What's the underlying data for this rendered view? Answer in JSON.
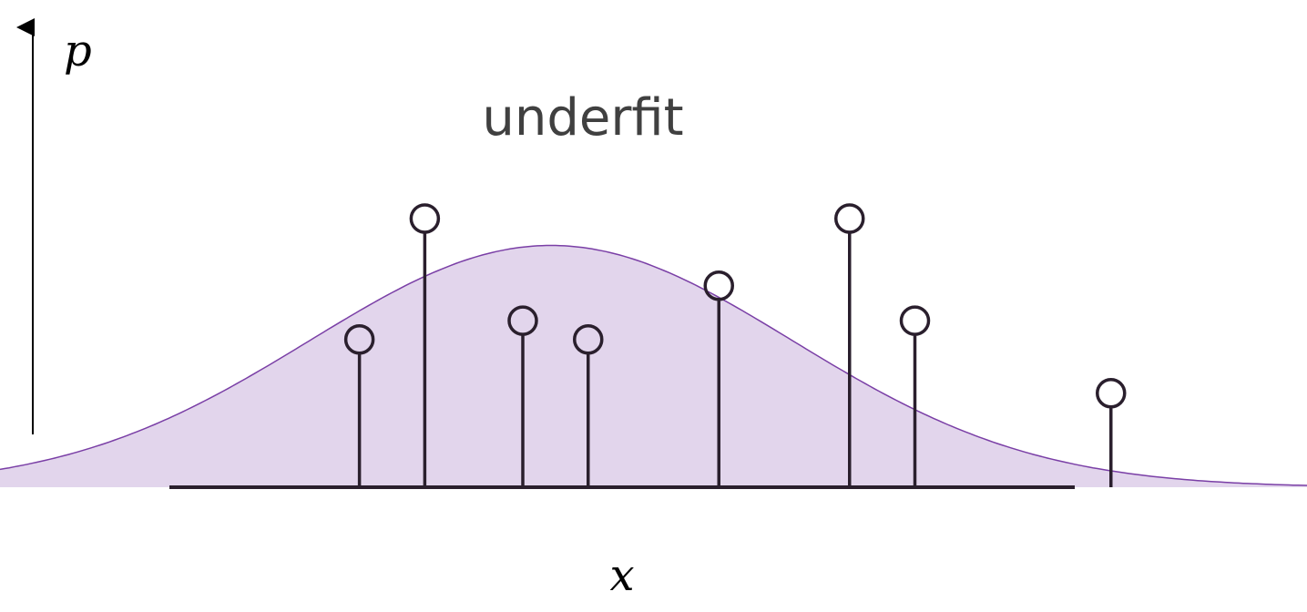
{
  "title": "underfit",
  "axes": {
    "y_label": "p",
    "x_label": "x"
  },
  "colors": {
    "density_fill": "#e2d5ec",
    "density_stroke": "#7a3fa6",
    "stems": "#2a1f2d",
    "title": "#404040"
  },
  "density_curve": {
    "shape": "gaussian",
    "peak_height": 0.9
  },
  "samples": [
    {
      "x": 0.275,
      "p": 0.55
    },
    {
      "x": 0.325,
      "p": 1.0
    },
    {
      "x": 0.4,
      "p": 0.62
    },
    {
      "x": 0.45,
      "p": 0.55
    },
    {
      "x": 0.55,
      "p": 0.75
    },
    {
      "x": 0.65,
      "p": 1.0
    },
    {
      "x": 0.7,
      "p": 0.62
    },
    {
      "x": 0.85,
      "p": 0.35
    }
  ]
}
